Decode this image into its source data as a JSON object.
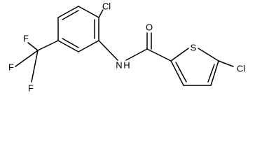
{
  "molecule": {
    "atoms": {
      "cl_top": "Cl",
      "cl_right": "Cl",
      "oxygen": "O",
      "sulfur": "S",
      "nh": "N",
      "nh_h": "H",
      "f_top": "F",
      "f_left": "F",
      "f_bottom": "F"
    }
  }
}
